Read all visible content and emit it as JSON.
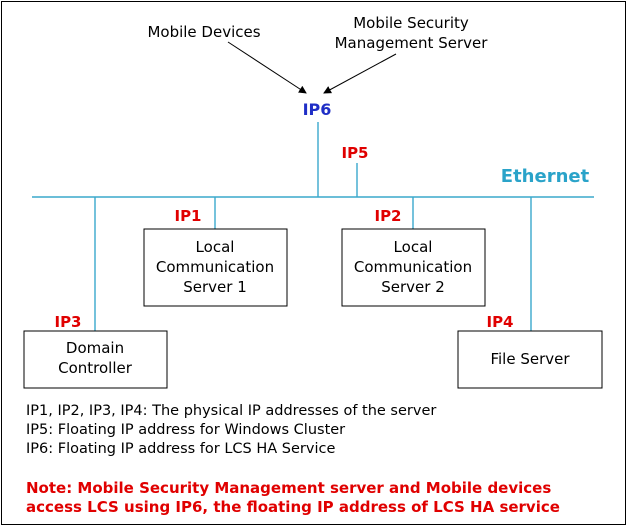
{
  "labels": {
    "mobile_devices": "Mobile Devices",
    "msms_line1": "Mobile Security",
    "msms_line2": "Management Server",
    "ethernet": "Ethernet"
  },
  "ips": {
    "ip1": "IP1",
    "ip2": "IP2",
    "ip3": "IP3",
    "ip4": "IP4",
    "ip5": "IP5",
    "ip6": "IP6"
  },
  "boxes": {
    "lcs1": [
      "Local",
      "Communication",
      "Server 1"
    ],
    "lcs2": [
      "Local",
      "Communication",
      "Server 2"
    ],
    "dc": [
      "Domain",
      "Controller"
    ],
    "fs": [
      "File Server"
    ]
  },
  "legend": [
    "IP1, IP2, IP3, IP4: The physical IP addresses of the server",
    "IP5: Floating IP address for Windows Cluster",
    "IP6: Floating IP address for LCS HA Service"
  ],
  "note": [
    "Note: Mobile Security Management server and Mobile devices",
    "access LCS using IP6, the floating IP address of LCS HA service"
  ],
  "colors": {
    "ip_red": "#e00000",
    "ip_blue": "#1f2ec6",
    "ethernet_line": "#3aa9cc",
    "ethernet_label": "#2aa3c9"
  }
}
